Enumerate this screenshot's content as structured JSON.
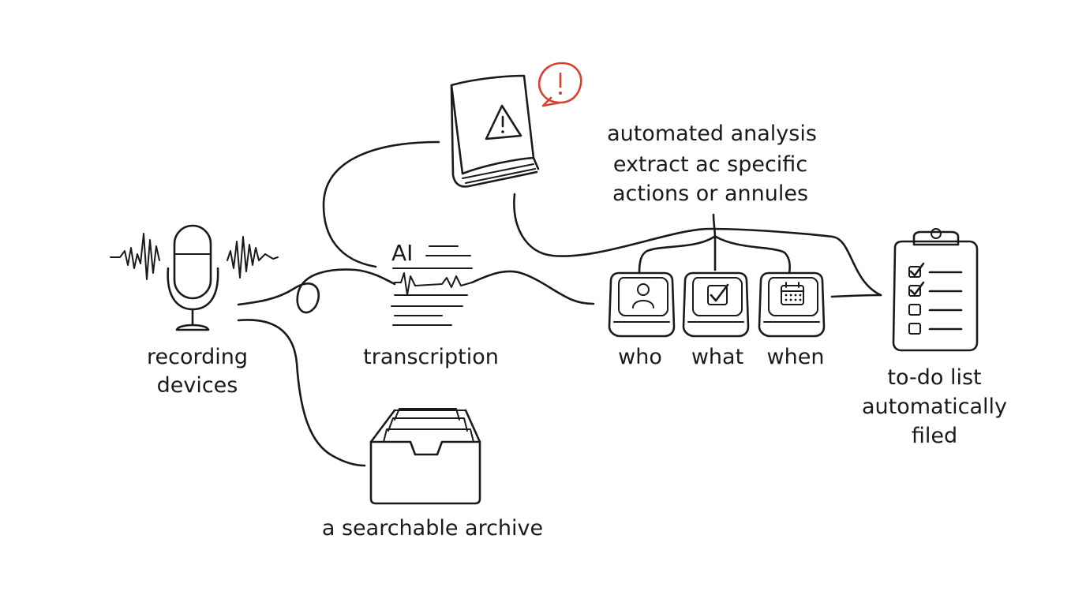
{
  "labels": {
    "recording_devices": [
      "recording",
      "devices"
    ],
    "transcription": "transcription",
    "ai_mark": "AI",
    "analysis": [
      "automated analysis",
      "extract ac specific",
      "actions or annules"
    ],
    "who": "who",
    "what": "what",
    "when": "when",
    "todo": [
      "to-do list",
      "automatically",
      "filed"
    ],
    "archive": "a searchable archive"
  },
  "icons": {
    "recorder": "microphone-icon",
    "rulebook": "warning-book-icon",
    "alert": "exclamation-bubble-icon",
    "who_key": "person-icon",
    "what_key": "checkbox-icon",
    "when_key": "calendar-icon",
    "todo": "clipboard-checklist-icon",
    "archive": "file-box-icon"
  },
  "colors": {
    "ink": "#1a1a1a",
    "alert": "#d8412f",
    "background": "#ffffff"
  }
}
